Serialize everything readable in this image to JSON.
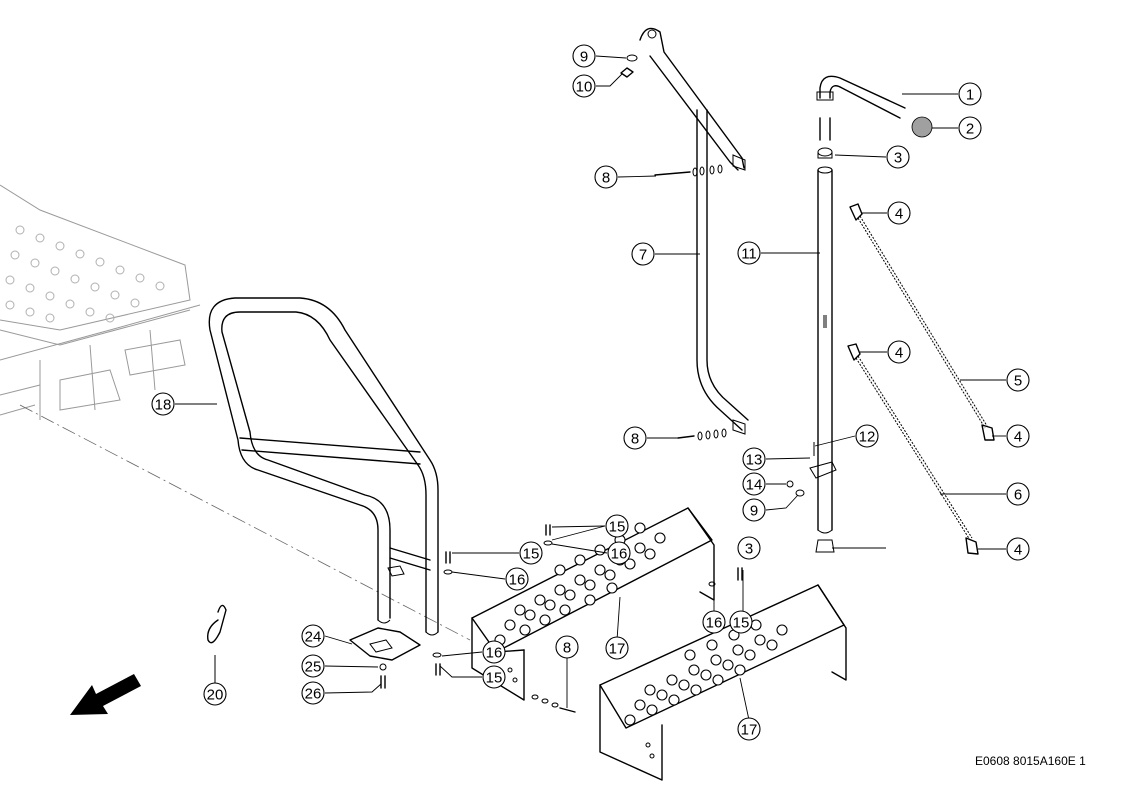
{
  "drawing_ref": "E0608 8015A160E 1",
  "callouts": {
    "c1": "1",
    "c2": "2",
    "c3a": "3",
    "c3b": "3",
    "c4a": "4",
    "c4b": "4",
    "c4c": "4",
    "c4d": "4",
    "c5": "5",
    "c6": "6",
    "c7": "7",
    "c8a": "8",
    "c8b": "8",
    "c8c": "8",
    "c9a": "9",
    "c9b": "9",
    "c10": "10",
    "c11": "11",
    "c12": "12",
    "c13": "13",
    "c14": "14",
    "c15a": "15",
    "c15b": "15",
    "c15c": "15",
    "c15d": "15",
    "c16a": "16",
    "c16b": "16",
    "c16c": "16",
    "c16d": "16",
    "c17a": "17",
    "c17b": "17",
    "c18": "18",
    "c20": "20",
    "c24": "24",
    "c25": "25",
    "c26": "26"
  }
}
